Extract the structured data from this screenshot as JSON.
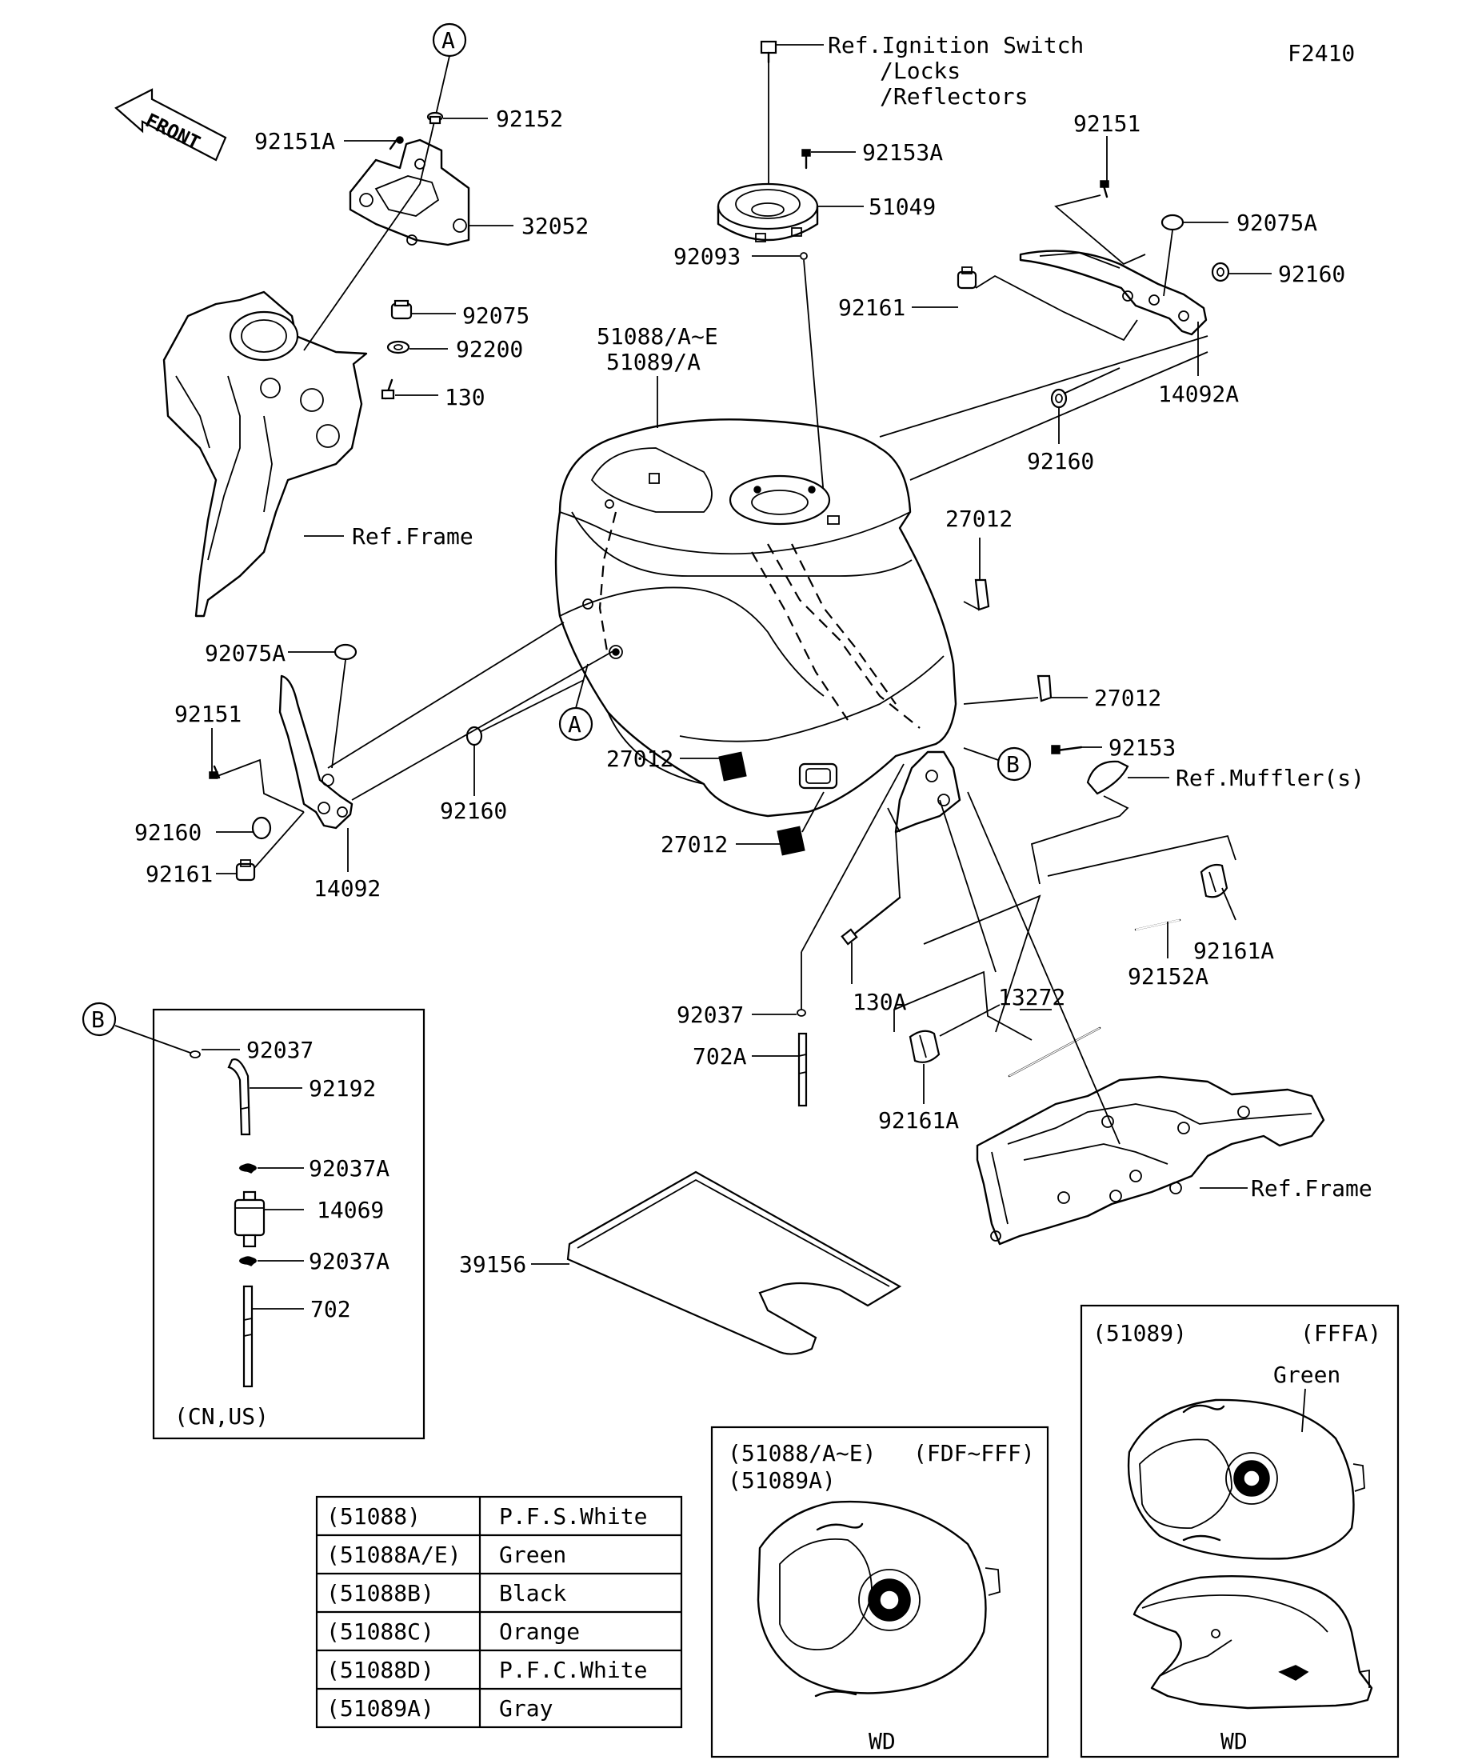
{
  "diagram_code": "F2410",
  "front_arrow_label": "FRONT",
  "callouts": {
    "a": "A",
    "b": "B"
  },
  "labels": {
    "ref_ignition_line1": "Ref.Ignition Switch",
    "ref_ignition_line2": "/Locks",
    "ref_ignition_line3": "/Reflectors",
    "p92151A": "92151A",
    "p92152": "92152",
    "p32052": "32052",
    "p92075": "92075",
    "p92200": "92200",
    "p130": "130",
    "ref_frame_top": "Ref.Frame",
    "p92153A": "92153A",
    "p51049": "51049",
    "p92093": "92093",
    "p51088_line1": "51088/A~E",
    "p51088_line2": "51089/A",
    "p92151_top": "92151",
    "p92075A_top": "92075A",
    "p92160_topright": "92160",
    "p92161_top": "92161",
    "p14092A": "14092A",
    "p92160_mid": "92160",
    "p27012_a": "27012",
    "p27012_b": "27012",
    "p27012_c": "27012",
    "p27012_d": "27012",
    "p92075A_left": "92075A",
    "p92151_left": "92151",
    "p92160_left": "92160",
    "p92161_left": "92161",
    "p14092": "14092",
    "p92160_lower": "92160",
    "p92153": "92153",
    "ref_muffler": "Ref.Muffler(s)",
    "p92161A_right": "92161A",
    "p92152A": "92152A",
    "p130A": "130A",
    "p92037_center": "92037",
    "p702A": "702A",
    "p13272": "13272",
    "p92161A_lower": "92161A",
    "ref_frame_bottom": "Ref.Frame",
    "p39156": "39156",
    "p92037_box": "92037",
    "p92192": "92192",
    "p92037A_1": "92037A",
    "p14069": "14069",
    "p92037A_2": "92037A",
    "p702": "702",
    "cn_us": "(CN,US)"
  },
  "color_table": {
    "rows": [
      {
        "code": "(51088)",
        "color": "P.F.S.White"
      },
      {
        "code": "(51088A/E)",
        "color": "Green"
      },
      {
        "code": "(51088B)",
        "color": "Black"
      },
      {
        "code": "(51088C)",
        "color": "Orange"
      },
      {
        "code": "(51088D)",
        "color": "P.F.C.White"
      },
      {
        "code": "(51089A)",
        "color": "Gray"
      }
    ]
  },
  "inset_left": {
    "line1_codes": "(51088/A~E)",
    "line1_frame": "(FDF~FFF)",
    "line2_codes": "(51089A)",
    "footer": "WD"
  },
  "inset_right": {
    "code": "(51089)",
    "frame": "(FFFA)",
    "color_note": "Green",
    "footer": "WD"
  }
}
